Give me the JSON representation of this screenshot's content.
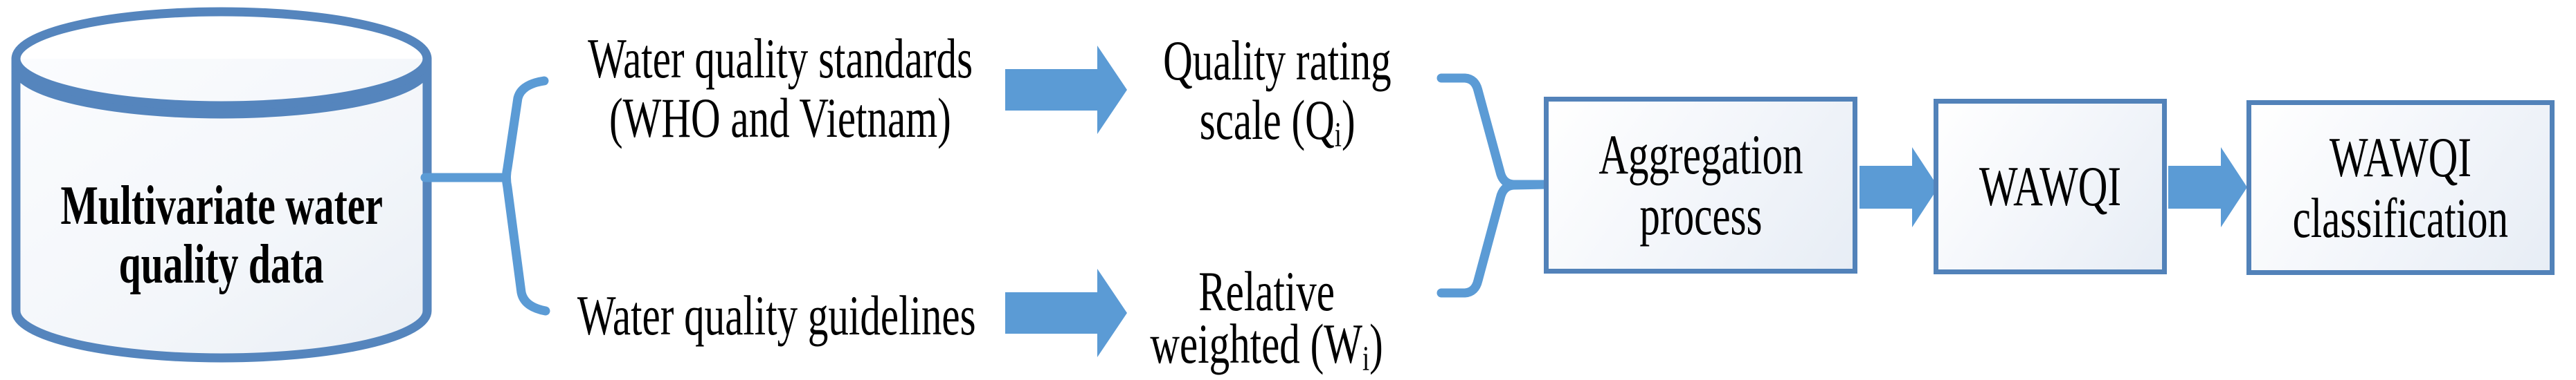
{
  "figure": {
    "database": {
      "line1": "Multivariate water",
      "line2": "quality data"
    },
    "standards": {
      "line1": "Water quality standards",
      "line2": "(WHO and Vietnam)"
    },
    "guidelines": {
      "line1": "Water quality guidelines"
    },
    "quality_rating": {
      "line1": "Quality rating",
      "line2_pre": "scale (Q",
      "line2_sub": "i",
      "line2_post": ")"
    },
    "relative_weight": {
      "line1": "Relative",
      "line2_pre": "weighted (W",
      "line2_sub": "i",
      "line2_post": ")"
    },
    "aggregation": {
      "line1": "Aggregation",
      "line2": "process"
    },
    "wawqi": {
      "label": "WAWQI"
    },
    "classification": {
      "line1": "WAWQI",
      "line2": "classification"
    },
    "colors": {
      "accent": "#5b9bd5",
      "box_border": "#5282b9",
      "cylinder_stroke": "#5585bd",
      "text": "#000000"
    }
  }
}
